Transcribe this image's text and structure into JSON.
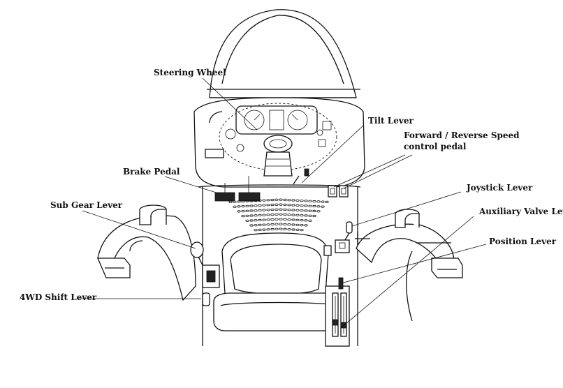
{
  "labels": {
    "steering_wheel": "Steering Wheel",
    "tilt_lever": "Tilt Lever",
    "forward_reverse_line1": "Forward / Reverse Speed",
    "forward_reverse_line2": "control pedal",
    "brake_pedal": "Brake Pedal",
    "joystick_lever": "Joystick Lever",
    "sub_gear_lever": "Sub Gear Lever",
    "auxiliary_valve_lever": "Auxiliary Valve Lever",
    "position_lever": "Position Lever",
    "fourwd_shift_lever": "4WD Shift Lever"
  }
}
